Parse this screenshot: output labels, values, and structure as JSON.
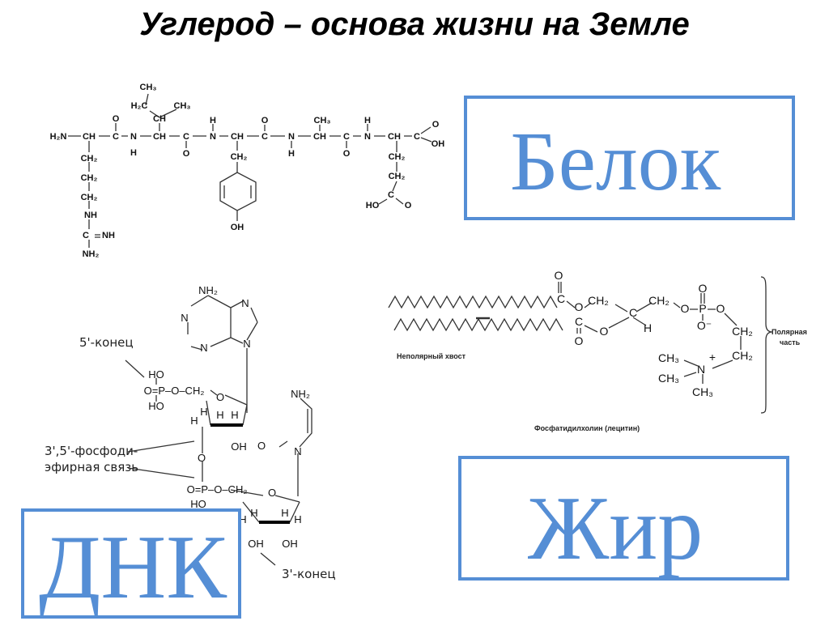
{
  "title": "Углерод – основа жизни на Земле",
  "colors": {
    "accent": "#558ED5"
  },
  "protein": {
    "label": "Белок",
    "atoms": [
      "H₂N",
      "CH",
      "C",
      "O",
      "N",
      "H",
      "CH",
      "CH",
      "H₂C",
      "CH₃",
      "CH₃",
      "C",
      "O",
      "N",
      "H",
      "CH",
      "CH₂",
      "C",
      "O",
      "N",
      "H",
      "CH",
      "CH₃",
      "C",
      "O",
      "N",
      "H",
      "CH",
      "C",
      "O",
      "OH",
      "CH₂",
      "CH₂",
      "C",
      "HO",
      "O",
      "CH₂",
      "CH₂",
      "CH₂",
      "NH",
      "C",
      "NH",
      "NH₂",
      "OH"
    ]
  },
  "dna": {
    "label": "ДНК",
    "five_prime_end": "5'-конец",
    "three_prime_end": "3'-конец",
    "bond_label_line1": "3',5'-фосфоди-",
    "bond_label_line2": "эфирная связь",
    "atoms": [
      "NH₂",
      "N",
      "N",
      "N",
      "N",
      "HO",
      "O=P–O–CH₂",
      "HO",
      "O",
      "H",
      "H",
      "H",
      "H",
      "OH",
      "NH₂",
      "O",
      "N",
      "O",
      "O=P–O–CH₂",
      "HO",
      "O",
      "H",
      "H",
      "H",
      "H",
      "OH",
      "OH"
    ]
  },
  "lipid": {
    "label": "Жир",
    "nonpolar_tail": "Неполярный хвост",
    "polar_part_line1": "Полярная",
    "polar_part_line2": "часть",
    "caption": "Фосфатидилхолин (лецитин)",
    "atoms": [
      "O",
      "C",
      "O",
      "CH₂",
      "C",
      "CH₂",
      "O",
      "P",
      "O",
      "O",
      "O⁻",
      "CH₂",
      "CH₂",
      "N",
      "+",
      "CH₃",
      "CH₃",
      "CH₃",
      "H",
      "O",
      "C",
      "O"
    ]
  }
}
